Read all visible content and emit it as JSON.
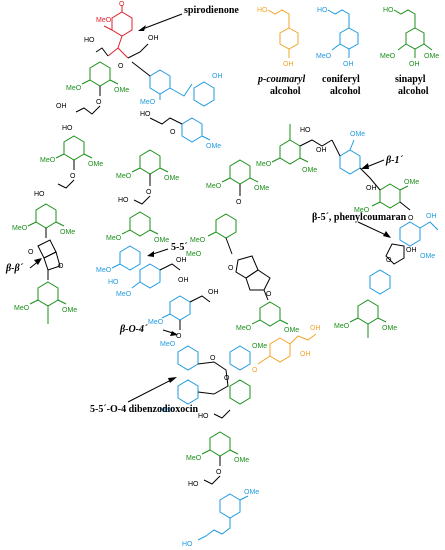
{
  "colors": {
    "p_coumaryl": "#f2a52a",
    "coniferyl": "#1f9be0",
    "sinapyl": "#1a8f1a",
    "spirodienone": "#e0212a",
    "linkage": "#000000"
  },
  "labels": {
    "spirodienone": "spirodienone",
    "beta_beta": "β-β´",
    "five_five": "5-5´",
    "beta_o4": "β-O-4´",
    "dibenzodioxocin": "5-5´-O-4 dibenzodioxocin",
    "beta_1": "β-1´",
    "beta_5": "β-5´, phenylcoumaran"
  },
  "monomers": {
    "p_coumaryl": {
      "line1": "p-coumaryl",
      "line2": "alcohol"
    },
    "coniferyl": {
      "line1": "coniferyl",
      "line2": "alcohol"
    },
    "sinapyl": {
      "line1": "sinapyl",
      "line2": "alcohol"
    }
  },
  "atoms": {
    "HO": "HO",
    "OH": "OH",
    "OMe": "OMe",
    "MeO": "MeO",
    "O": "O"
  }
}
